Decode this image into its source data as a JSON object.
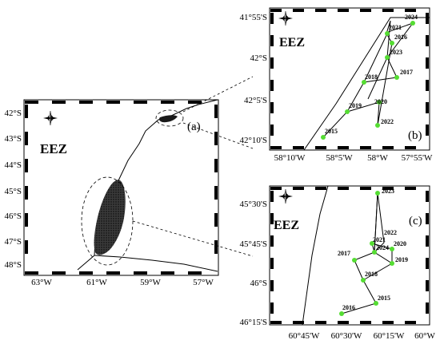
{
  "panel_a": {
    "label": "(a)",
    "eez": "EEZ",
    "y_ticks": [
      "42°S",
      "43°S",
      "44°S",
      "45°S",
      "46°S",
      "47°S",
      "48°S"
    ],
    "x_ticks": [
      "63°W",
      "61°W",
      "59°W",
      "57°W"
    ]
  },
  "panel_b": {
    "label": "(b)",
    "eez": "EEZ",
    "y_ticks": [
      "41°55'S",
      "42°S",
      "42°5'S",
      "42°10'S"
    ],
    "x_ticks": [
      "58°10'W",
      "58°5'W",
      "58°W",
      "57°55'W"
    ],
    "years": [
      "2024",
      "2021",
      "2016",
      "2023",
      "2017",
      "2018",
      "2019",
      "2020",
      "2022",
      "2015"
    ]
  },
  "panel_c": {
    "label": "(c)",
    "eez": "EEZ",
    "y_ticks": [
      "45°30'S",
      "45°45'S",
      "46°S",
      "46°15'S"
    ],
    "x_ticks": [
      "60°45'W",
      "60°30'W",
      "60°15'W",
      "60°W"
    ],
    "years": [
      "2023",
      "2022",
      "2021",
      "2024",
      "2020",
      "2017",
      "2019",
      "2018",
      "2015",
      "2016"
    ]
  },
  "colors": {
    "point": "#55dd33",
    "line": "#000000"
  },
  "compass_icon": "compass-rose"
}
